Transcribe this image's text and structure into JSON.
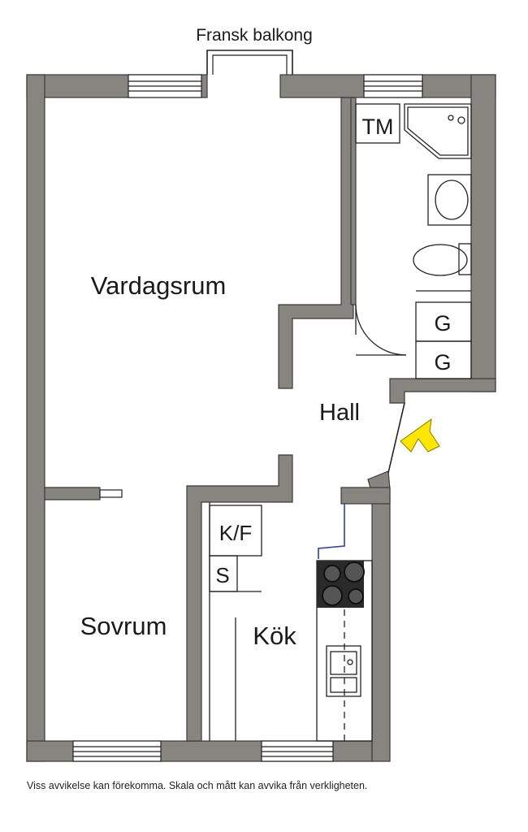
{
  "labels": {
    "balcony": "Fransk balkong",
    "living_room": "Vardagsrum",
    "hall": "Hall",
    "bedroom": "Sovrum",
    "kitchen": "Kök",
    "washer_dryer": "TM",
    "wardrobe_1": "G",
    "wardrobe_2": "G",
    "fridge_freezer": "K/F",
    "cabinet": "S"
  },
  "footer": {
    "disclaimer": "Viss avvikelse kan förekomma. Skala och mått kan avvika från verkligheten."
  },
  "colors": {
    "wall": "#878580",
    "wall_edge": "#3a3a3a",
    "entrance_arrow": "#ffe600",
    "line": "#222222",
    "accent_line": "#2a3fb0"
  }
}
